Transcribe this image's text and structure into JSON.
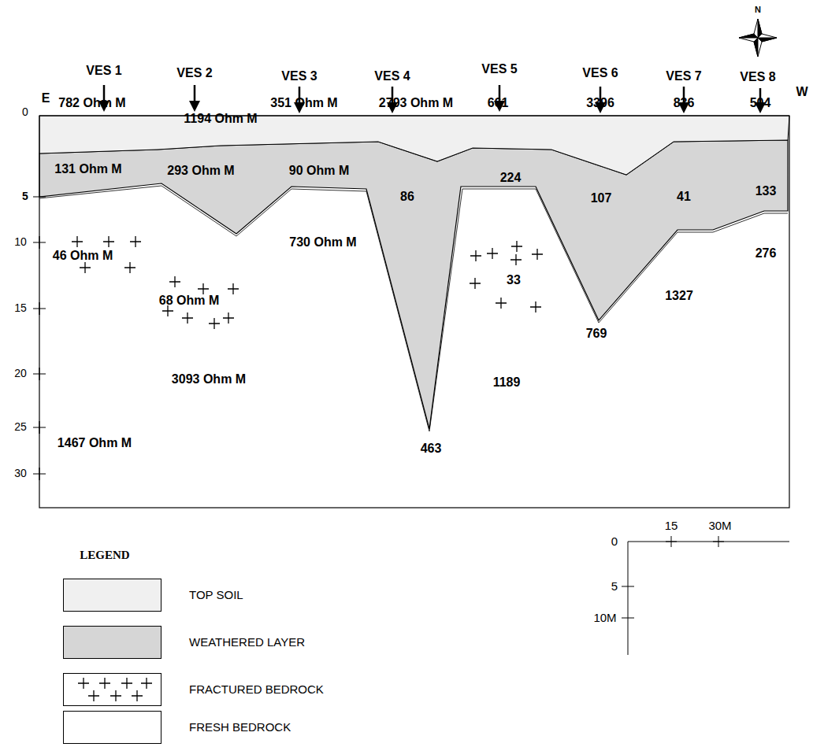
{
  "diagram": {
    "labels": [
      "N",
      "VES 1",
      "VES 2",
      "VES 3",
      "VES 4",
      "VES 5",
      "VES 6",
      "VES 7",
      "VES 8",
      "E",
      "W",
      "0",
      "5",
      "10",
      "15",
      "20",
      "25",
      "30",
      "782 Ohm M",
      "1194 Ohm M",
      "351 Ohm M",
      "2793 Ohm M",
      "661",
      "3396",
      "836",
      "504",
      "131 Ohm M",
      "293 Ohm M",
      "90 Ohm M",
      "86",
      "224",
      "107",
      "41",
      "133",
      "730 Ohm M",
      "46 Ohm M",
      "68 Ohm M",
      "33",
      "276",
      "1327",
      "769",
      "3093 Ohm M",
      "1189",
      "463",
      "1467 Ohm M",
      "LEGEND",
      "0",
      "15",
      "30M",
      "5",
      "10M"
    ],
    "legend": [
      {
        "text": "TOP SOIL",
        "color": "#f0f0f0"
      },
      {
        "text": "WEATHERED LAYER",
        "color": "#d6d6d6"
      },
      {
        "text": "FRACTURED BEDROCK"
      },
      {
        "text": "FRESH BEDROCK",
        "color": "#ffffff"
      }
    ]
  }
}
